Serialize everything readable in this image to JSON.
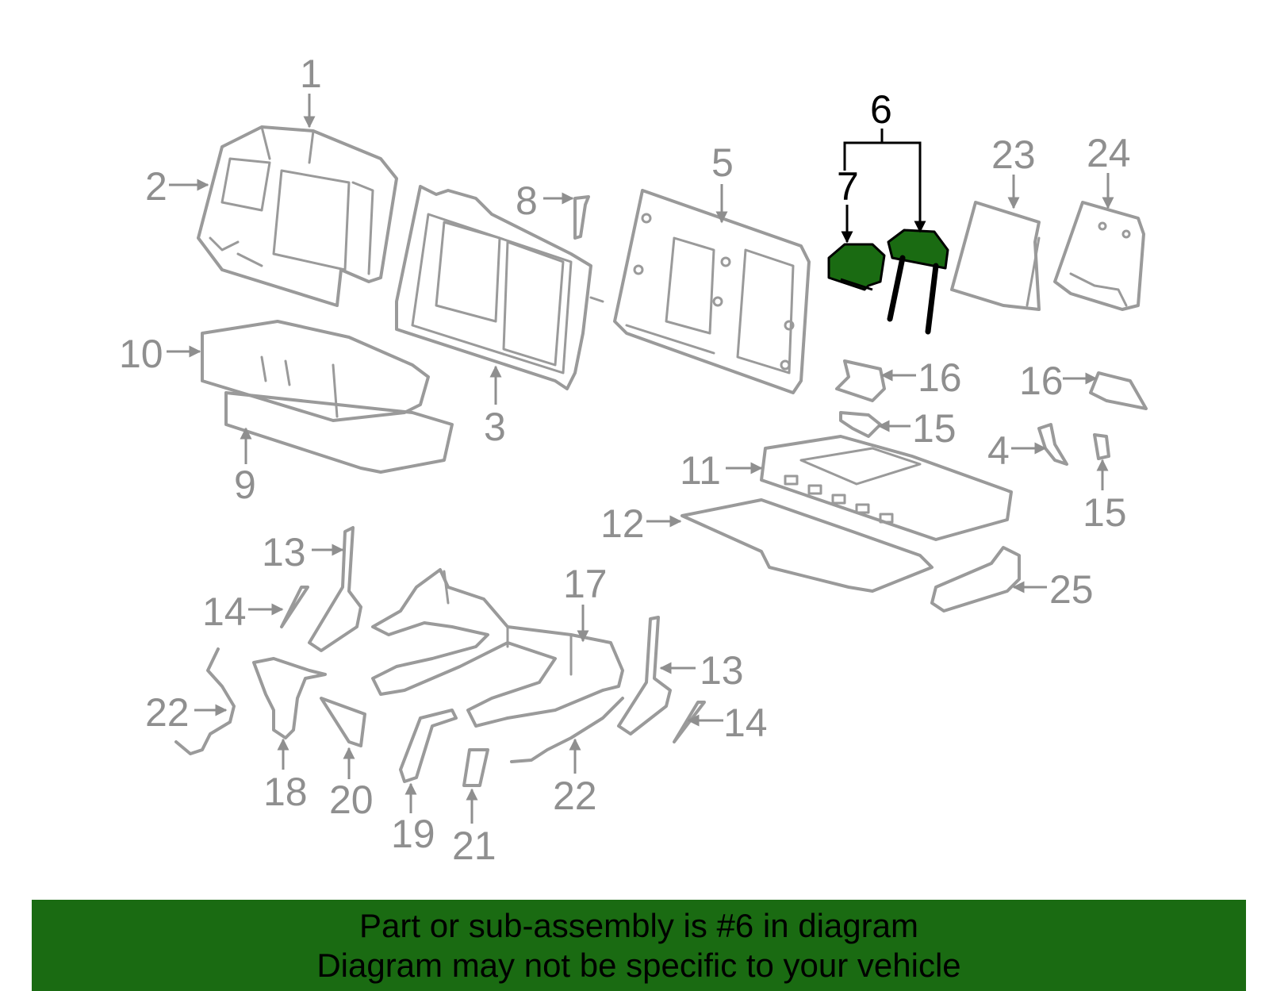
{
  "callouts": {
    "c1": "1",
    "c2": "2",
    "c3": "3",
    "c4": "4",
    "c5": "5",
    "c6": "6",
    "c7": "7",
    "c8": "8",
    "c9": "9",
    "c10": "10",
    "c11": "11",
    "c12": "12",
    "c13a": "13",
    "c13b": "13",
    "c14a": "14",
    "c14b": "14",
    "c15a": "15",
    "c15b": "15",
    "c16a": "16",
    "c16b": "16",
    "c17": "17",
    "c18": "18",
    "c19": "19",
    "c20": "20",
    "c21": "21",
    "c22a": "22",
    "c22b": "22",
    "c23": "23",
    "c24": "24",
    "c25": "25"
  },
  "banner": {
    "line1": "Part or sub-assembly is #6 in diagram",
    "line2": "Diagram may not be specific to your vehicle"
  },
  "colors": {
    "highlight": "#1a6b12",
    "parts": "#9a9a9a",
    "banner_bg": "#1a6b12"
  }
}
